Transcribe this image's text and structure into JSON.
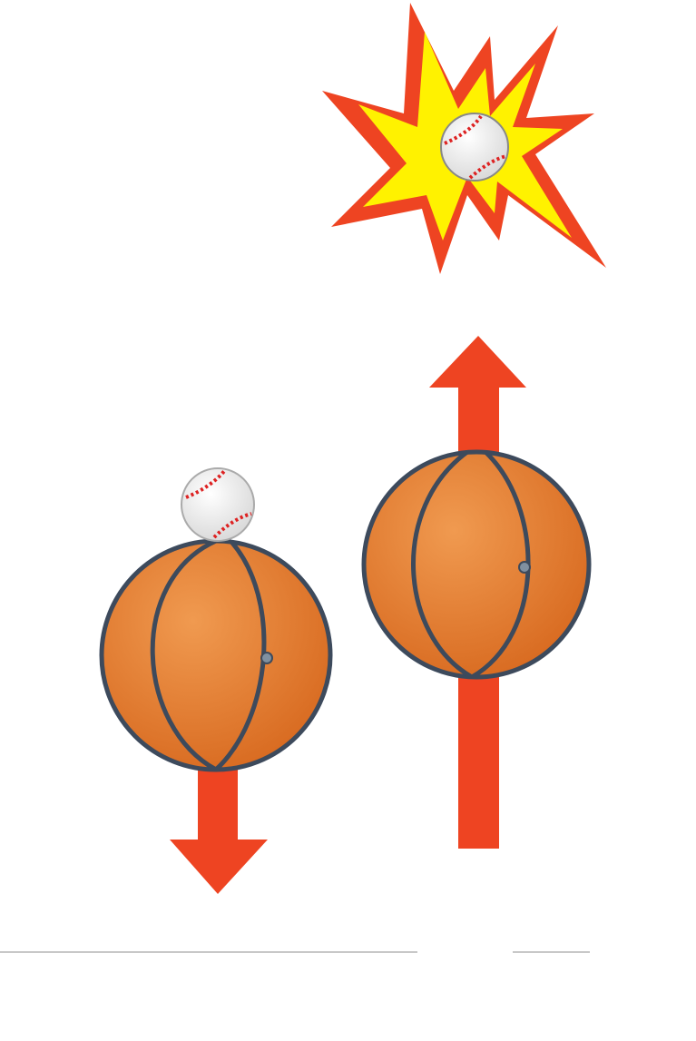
{
  "colors": {
    "basketball": "#e07a2e",
    "basketball_seam": "#3d4a5c",
    "arrow": "#ee4422",
    "star_outer": "#ee4422",
    "star_inner": "#fff200",
    "baseball": "#f2f2f2",
    "baseball_stitch": "#dd2222",
    "ground": "#c8c8c8"
  },
  "scene": {
    "left": {
      "objects": [
        "basketball",
        "baseball"
      ],
      "arrow_direction": "down"
    },
    "right": {
      "objects": [
        "basketball"
      ],
      "arrow_direction": "up",
      "baseball_state": "launched-explosion"
    }
  }
}
